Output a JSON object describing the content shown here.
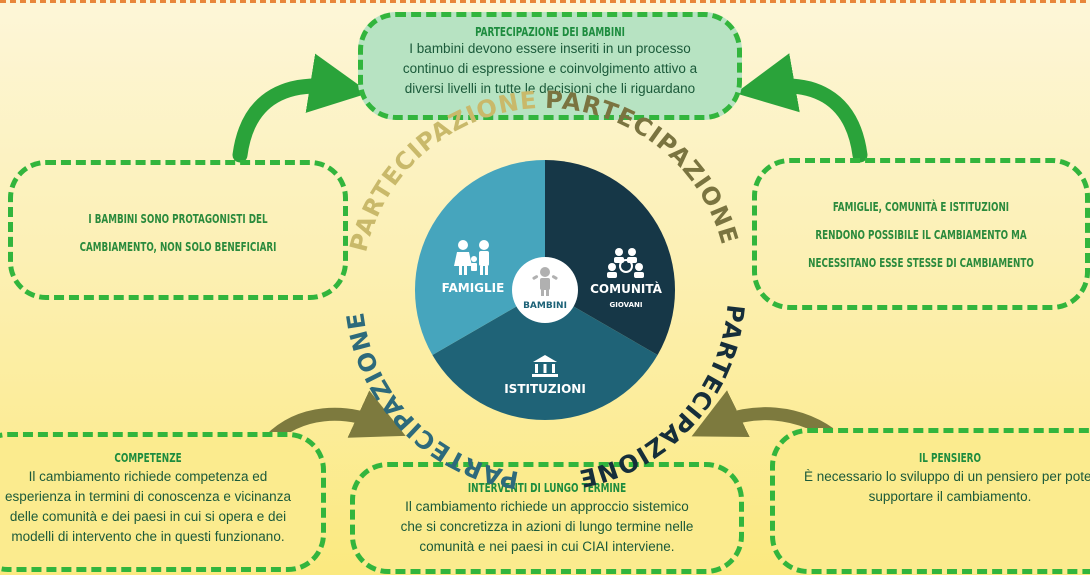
{
  "top": {
    "title": "PARTECIPAZIONE DEI BAMBINI",
    "lines": [
      "I bambini devono essere inseriti in un processo",
      "continuo di espressione e coinvolgimento attivo a",
      "diversi livelli in tutte le decisioni che li riguardano"
    ]
  },
  "left": {
    "lines": [
      "I BAMBINI SONO PROTAGONISTI DEL",
      "CAMBIAMENTO, NON SOLO BENEFICIARI"
    ]
  },
  "right": {
    "lines": [
      "FAMIGLIE, COMUNITÀ E ISTITUZIONI",
      "RENDONO POSSIBILE IL CAMBIAMENTO MA",
      "NECESSITANO ESSE STESSE DI CAMBIAMENTO"
    ]
  },
  "competenze": {
    "title": "COMPETENZE",
    "lines": [
      "Il cambiamento richiede competenza ed",
      "esperienza in termini di conoscenza e vicinanza",
      "delle comunità e dei paesi in cui si opera e dei",
      "modelli di intervento che in questi funzionano."
    ]
  },
  "interventi": {
    "title": "INTERVENTI DI LUNGO TERMINE",
    "lines": [
      "Il cambiamento richiede un approccio sistemico",
      "che si concretizza in azioni di lungo termine nelle",
      "comunità e nei paesi in cui CIAI interviene."
    ]
  },
  "pensiero": {
    "title": "IL PENSIERO",
    "lines": [
      "È necessario lo sviluppo di un pensiero per poter",
      "supportare il cambiamento."
    ]
  },
  "circle": {
    "ring_word": "PARTECIPAZIONE",
    "famiglie": "FAMIGLIE",
    "comunita": "COMUNITÀ",
    "giovani": "GIOVANI",
    "istituzioni": "ISTITUZIONI",
    "bambini": "BAMBINI"
  },
  "colors": {
    "green_dash": "#32b53d",
    "seg_famiglie": "#46a5bd",
    "seg_comunita": "#163747",
    "seg_istituzioni": "#1f6377",
    "arrow_green": "#2aa33a",
    "arrow_olive": "#7d7a3e"
  }
}
